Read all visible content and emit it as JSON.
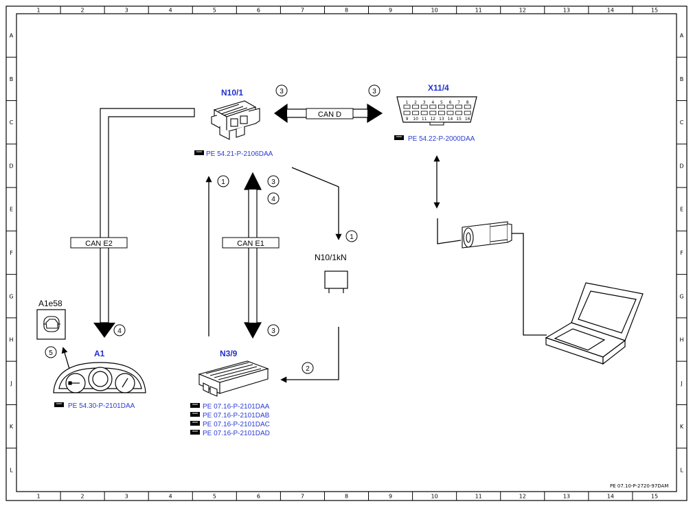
{
  "frame": {
    "columns": [
      "1",
      "2",
      "3",
      "4",
      "5",
      "6",
      "7",
      "8",
      "9",
      "10",
      "11",
      "12",
      "13",
      "14",
      "15"
    ],
    "rows": [
      "A",
      "B",
      "C",
      "D",
      "E",
      "F",
      "G",
      "H",
      "J",
      "K",
      "L"
    ],
    "document_id": "PE 07.10-P-2720-97DAM"
  },
  "components": {
    "n10_1": {
      "label": "N10/1",
      "ref": "PE 54.21-P-2106DAA"
    },
    "x11_4": {
      "label": "X11/4",
      "ref": "PE 54.22-P-2000DAA",
      "pins_top": [
        "1",
        "2",
        "3",
        "4",
        "5",
        "6",
        "7",
        "8"
      ],
      "pins_bottom": [
        "9",
        "10",
        "11",
        "12",
        "13",
        "14",
        "15",
        "16"
      ]
    },
    "n10_1kn": {
      "label": "N10/1kN"
    },
    "a1e58": {
      "label": "A1e58"
    },
    "a1": {
      "label": "A1",
      "ref": "PE 54.30-P-2101DAA"
    },
    "n3_9": {
      "label": "N3/9",
      "refs": [
        "PE 07.16-P-2101DAA",
        "PE 07.16-P-2101DAB",
        "PE 07.16-P-2101DAC",
        "PE 07.16-P-2101DAD"
      ]
    }
  },
  "buses": {
    "can_d": "CAN D",
    "can_e1": "CAN E1",
    "can_e2": "CAN E2"
  },
  "callouts": {
    "can_d_left": "3",
    "can_d_right": "3",
    "n10_1kn_in": "1",
    "n10_1kn_out": "2",
    "thin_up": "1",
    "e1_top_a": "3",
    "e1_top_b": "4",
    "e1_bottom": "3",
    "e2_bottom": "4",
    "a1e58": "5"
  },
  "colors": {
    "line": "#000000",
    "label_blue": "#1f2fd0",
    "ref_blue": "#2a3ad4"
  }
}
